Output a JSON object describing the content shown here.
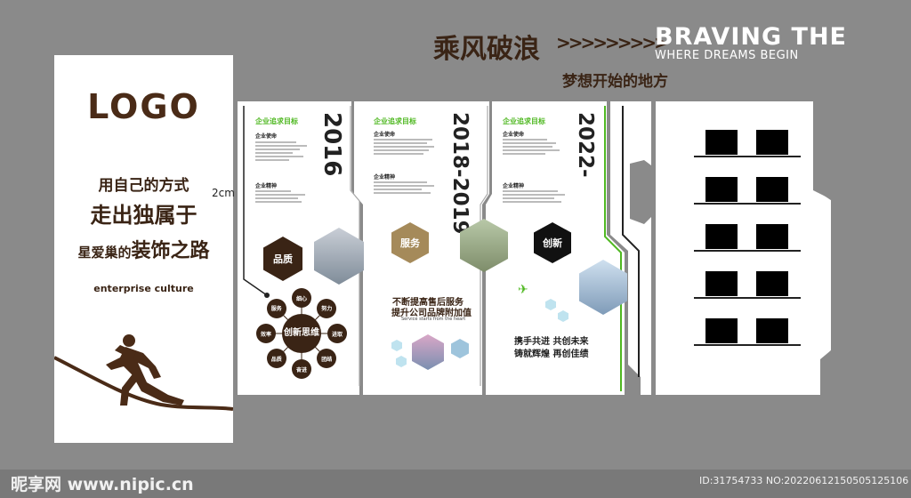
{
  "header": {
    "title_cn": "乘风破浪",
    "arrows": ">>>>>>>>>",
    "title_en": "BRAVING THE",
    "subtitle_en": "WHERE DREAMS BEGIN",
    "slogan_cn": "梦想开始的地方"
  },
  "left_panel": {
    "logo": "LOGO",
    "line1": "用自己的方式",
    "line2": "走出独属于",
    "line3a": "星爱巢的",
    "line3b": "装饰之路",
    "enterprise": "enterprise culture"
  },
  "dimension_note": "2cm",
  "sections": [
    {
      "year": "2016",
      "goal_title": "企业追求目标",
      "mission_label": "企业使命",
      "spirit_label": "企业精神",
      "badge": "品质",
      "mindmap_center": "创新思维",
      "mindmap_nodes": [
        "服务",
        "细心",
        "努力",
        "进取",
        "团结",
        "奋进",
        "品质",
        "效率"
      ]
    },
    {
      "year": "2018-2019",
      "goal_title": "企业追求目标",
      "mission_label": "企业使命",
      "spirit_label": "企业精神",
      "badge": "服务",
      "service_line1": "不断提高售后服务",
      "service_line2": "提升公司品牌附加值",
      "service_en": "Service starts from the heart"
    },
    {
      "year": "2022-",
      "goal_title": "企业追求目标",
      "mission_label": "企业使命",
      "spirit_label": "企业精神",
      "badge": "创新",
      "future_line1": "携手共进  共创未来",
      "future_line2": "铸就辉煌  再创佳绩"
    }
  ],
  "watermark": "昵享网 www.nipic.cn",
  "image_id": "ID:31754733 NO:20220612150505125106",
  "colors": {
    "brown": "#4a2b17",
    "green": "#4fb821",
    "gold": "#a58a5a",
    "background": "#8a8a8a"
  }
}
